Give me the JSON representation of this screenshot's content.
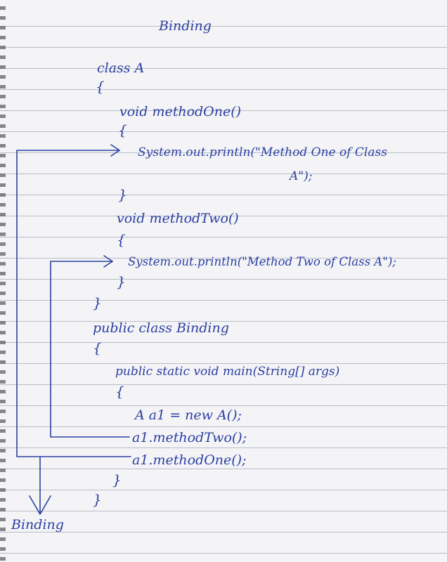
{
  "title": "Binding",
  "code": {
    "class_a": "class A",
    "brace_open_class": "{",
    "method_one_sig": "void methodOne()",
    "brace_open_m1": "{",
    "m1_print_line1": "System.out.println(\"Method One of Class",
    "m1_print_line2": "A\");",
    "brace_close_m1": "}",
    "method_two_sig": "void methodTwo()",
    "brace_open_m2": "{",
    "m2_print": "System.out.println(\"Method Two of Class A\");",
    "brace_close_m2": "}",
    "brace_close_class": "}",
    "public_class": "public class Binding",
    "brace_open_binding": "{",
    "main_sig": "public static void main(String[] args)",
    "brace_open_main": "{",
    "stmt_new": "A a1 = new A();",
    "stmt_call_two": "a1.methodTwo();",
    "stmt_call_one": "a1.methodOne();",
    "brace_close_main": "}",
    "brace_close_binding": "}"
  },
  "bottom_label": "Binding",
  "colors": {
    "ink": "#2b3fa0",
    "paper": "#f4f4f7",
    "rule_line": "#b9bcc7"
  }
}
